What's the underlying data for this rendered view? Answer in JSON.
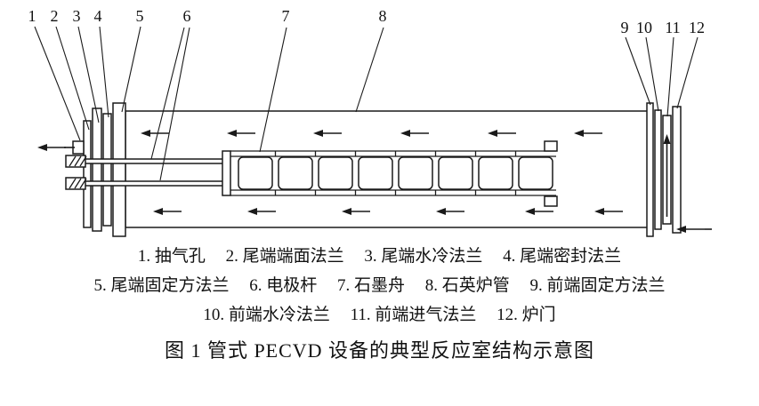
{
  "figure": {
    "callouts": [
      "1",
      "2",
      "3",
      "4",
      "5",
      "6",
      "7",
      "8",
      "9",
      "10",
      "11",
      "12"
    ],
    "legend_rows": [
      [
        "1. 抽气孔",
        "2. 尾端端面法兰",
        "3. 尾端水冷法兰",
        "4. 尾端密封法兰"
      ],
      [
        "5. 尾端固定方法兰",
        "6. 电极杆",
        "7. 石墨舟",
        "8. 石英炉管",
        "9. 前端固定方法兰"
      ],
      [
        "10. 前端水冷法兰",
        "11. 前端进气法兰",
        "12. 炉门"
      ]
    ],
    "caption": "图 1 管式 PECVD 设备的典型反应室结构示意图",
    "colors": {
      "ink": "#1a1a1a",
      "background": "#ffffff"
    }
  }
}
